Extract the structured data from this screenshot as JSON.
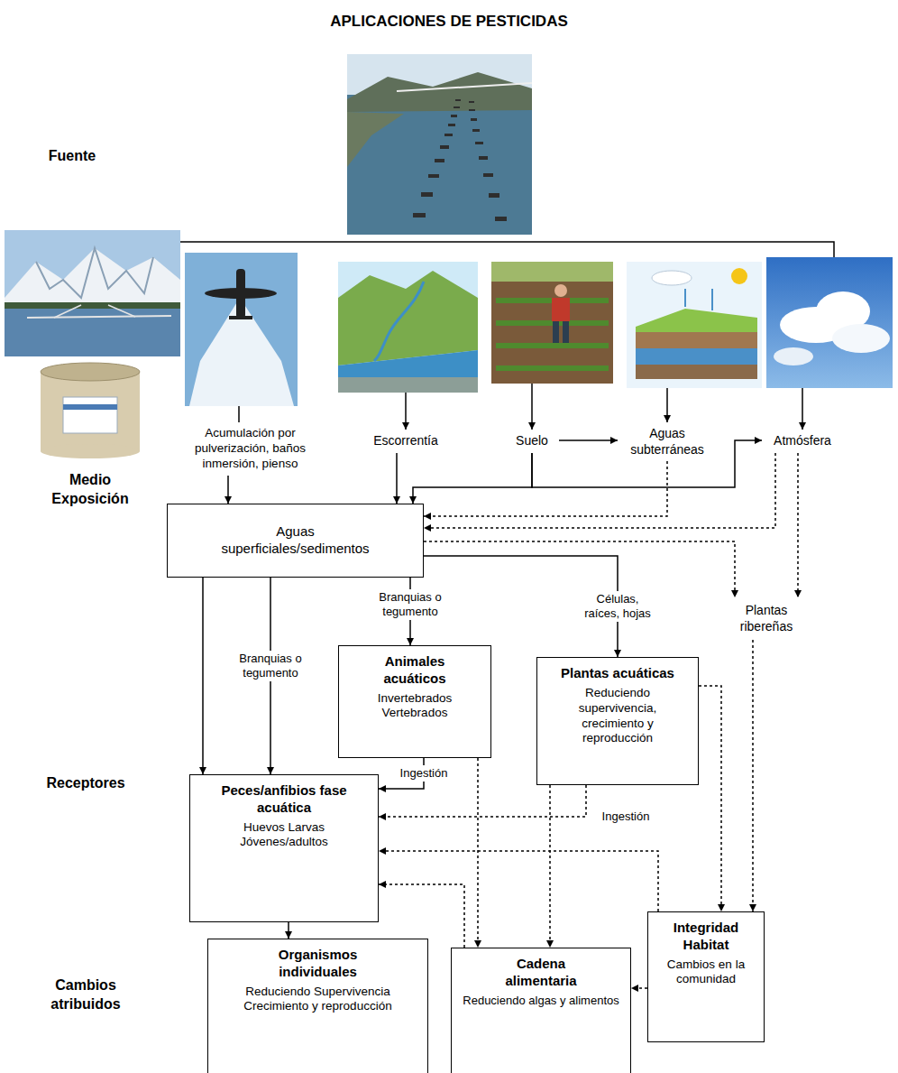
{
  "diagram": {
    "title": "APLICACIONES DE PESTICIDAS",
    "nodes": [
      {
        "text": [
          "Acumulación por pulverización, baños inmersión, pienso"
        ]
      },
      {
        "text": [
          "Escorrentía"
        ]
      },
      {
        "text": [
          "Suelo"
        ]
      },
      {
        "text": [
          "Aguas subterráneas"
        ]
      },
      {
        "text": [
          "Atmósfera"
        ]
      },
      {
        "text": [
          "Aguas superficiales/sedimentos"
        ]
      },
      {
        "text": [
          "Plantas ribereñas"
        ]
      },
      {
        "text": [
          "Animales acuáticos",
          "Invertebrados Vertebrados"
        ]
      },
      {
        "text": [
          "Plantas acuáticas",
          "Reduciendo supervivencia, crecimiento y reproducción"
        ]
      },
      {
        "text": [
          "Peces/anfibios fase acuática",
          "Huevos Larvas Jóvenes/adultos"
        ]
      },
      {
        "text": [
          "Organismos individuales",
          "Reduciendo Supervivencia Crecimiento y reproducción"
        ]
      },
      {
        "text": [
          "Cadena alimentaria",
          "Reduciendo algas y alimentos"
        ]
      },
      {
        "text": [
          "Integridad Habitat",
          "Cambios en la comunidad"
        ]
      }
    ],
    "edges": [
      {
        "from": 0,
        "to": 5,
        "arrow": "to"
      },
      {
        "from": 1,
        "to": 5,
        "arrow": "to"
      },
      {
        "from": 2,
        "to": 5,
        "arrow": "to"
      },
      {
        "from": 2,
        "to": 3,
        "arrow": "to"
      },
      {
        "from": 2,
        "to": 4,
        "arrow": "to"
      },
      {
        "from": 3,
        "to": 5,
        "arrow": "to"
      },
      {
        "from": 4,
        "to": 5,
        "arrow": "to"
      },
      {
        "from": 4,
        "to": 6,
        "arrow": "to"
      },
      {
        "from": 5,
        "to": 6,
        "arrow": "to"
      },
      {
        "from": 5,
        "to": 9,
        "arrow": "to"
      },
      {
        "from": 5,
        "to": 9,
        "label": "Branquias o tegumento",
        "arrow": "to"
      },
      {
        "from": 5,
        "to": 7,
        "label": "Branquias o tegumento",
        "arrow": "to"
      },
      {
        "from": 5,
        "to": 8,
        "label": "Células, raíces, hojas",
        "arrow": "to"
      },
      {
        "from": 7,
        "to": 9,
        "label": "Ingestión",
        "arrow": "to"
      },
      {
        "from": 7,
        "to": 11,
        "arrow": "to"
      },
      {
        "from": 8,
        "to": 9,
        "label": "Ingestión",
        "arrow": "to"
      },
      {
        "from": 8,
        "to": 11,
        "arrow": "to"
      },
      {
        "from": 8,
        "to": 12,
        "arrow": "to"
      },
      {
        "from": 6,
        "to": 12,
        "arrow": "to"
      },
      {
        "from": 12,
        "to": 11,
        "arrow": "to"
      },
      {
        "from": 12,
        "to": 9,
        "arrow": "to"
      },
      {
        "from": 11,
        "to": 9,
        "arrow": "to"
      },
      {
        "from": 9,
        "to": 10,
        "arrow": "to"
      }
    ],
    "labels": [
      "Fuente",
      "Medio Exposición",
      "Receptores",
      "Cambios atribuidos"
    ]
  }
}
